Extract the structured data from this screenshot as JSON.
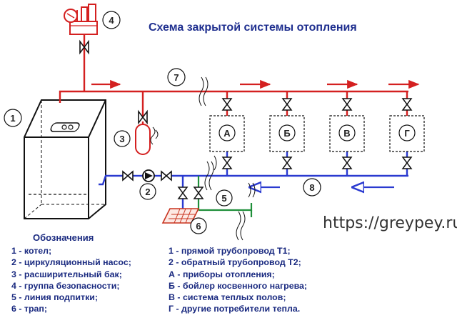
{
  "title": "Схема закрытой системы отопления",
  "website": "https://greypey.ru/",
  "callouts": [
    "1",
    "2",
    "3",
    "4",
    "5",
    "6",
    "7",
    "8"
  ],
  "consumers": [
    "А",
    "Б",
    "В",
    "Г"
  ],
  "legend_heading": "Обозначения",
  "legend_left": [
    "1 - котел;",
    "2 - циркуляционный насос;",
    "3 - расширительный бак;",
    "4 - группа безопасности;",
    "5 - линия подпитки;",
    "6 - трап;"
  ],
  "legend_right": [
    "1 - прямой трубопровод Т1;",
    "2 - обратный трубопровод Т2;",
    "А - приборы отопления;",
    "Б - бойлер косвенного нагрева;",
    "В - система теплых полов;",
    "Г - другие потребители тепла."
  ],
  "colors": {
    "supply_pipe": "#d42020",
    "return_pipe": "#2a3ad0",
    "makeup_pipe": "#1f8f3a",
    "title_text": "#1f2f8f",
    "legend_text": "#1a2a80",
    "drain_grate": "#c8321e"
  }
}
